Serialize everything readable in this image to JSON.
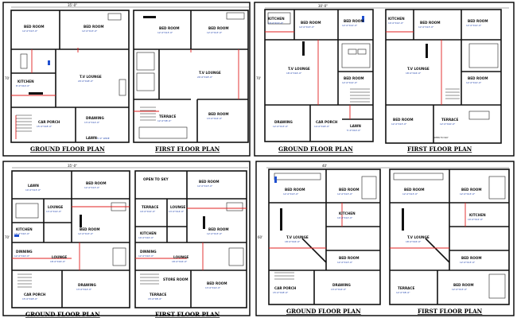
{
  "panels": [
    {
      "id": "p1",
      "top_dim": "35'-0\"",
      "side_dim": "70'",
      "ground_title": "GROUND FLOOR PLAN",
      "first_title": "FIRST FLOOR PLAN",
      "ground_caption": "",
      "ground_rooms": [
        {
          "name": "BED ROOM",
          "size": "12'-0\"X13'-0\""
        },
        {
          "name": "BED ROOM",
          "size": "12'-0\"X13'-0\""
        },
        {
          "name": "T.V LOUNGE",
          "size": "20'-0\"X18'-0\""
        },
        {
          "name": "KITCHEN",
          "size": "8'-0\"X10'-0\""
        },
        {
          "name": "CAR PORCH",
          "size": "15'-0\"X18'-0\""
        },
        {
          "name": "DRAWING",
          "size": "13'-0\"X14'-0\""
        },
        {
          "name": "LAWN",
          "size": "5'-0\" WIDE"
        }
      ],
      "first_rooms": [
        {
          "name": "BED ROOM",
          "size": "12'-0\"X13'-0\""
        },
        {
          "name": "BED ROOM",
          "size": "12'-0\"X13'-0\""
        },
        {
          "name": "T.V LOUNGE",
          "size": "20'-0\"X18'-0\""
        },
        {
          "name": "BED ROOM",
          "size": "13'-0\"X14'-0\""
        },
        {
          "name": "TERRACE",
          "size": "12'-0\"X8'-0\""
        }
      ]
    },
    {
      "id": "p2",
      "top_dim": "30'-0\"",
      "side_dim": "70'",
      "ground_title": "GROUND FLOOR PLAN",
      "first_title": "FIRST FLOOR PLAN",
      "ground_caption": "",
      "ground_rooms": [
        {
          "name": "KITCHEN",
          "size": "10'-0\"X12'-0\""
        },
        {
          "name": "BED ROOM",
          "size": "12'-0\"X13'-0\""
        },
        {
          "name": "BED ROOM",
          "size": "12'-0\"X12'-0\""
        },
        {
          "name": "BED ROOM",
          "size": "12'-0\"X12'-0\""
        },
        {
          "name": "T.V LOUNGE",
          "size": "18'-0\"X16'-0\""
        },
        {
          "name": "DRAWING",
          "size": "12'-0\"X13'-0\""
        },
        {
          "name": "CAR PORCH",
          "size": "14'-0\"X18'-0\""
        },
        {
          "name": "LAWN",
          "size": "5'-0\"X10'-0\""
        }
      ],
      "first_rooms": [
        {
          "name": "KITCHEN",
          "size": "10'-0\"X12'-0\""
        },
        {
          "name": "BED ROOM",
          "size": "12'-0\"X13'-0\""
        },
        {
          "name": "BED ROOM",
          "size": "12'-0\"X12'-0\""
        },
        {
          "name": "T.V LOUNGE",
          "size": "18'-0\"X16'-0\""
        },
        {
          "name": "BED ROOM",
          "size": "12'-0\"X12'-0\""
        },
        {
          "name": "BED ROOM",
          "size": "12'-0\"X13'-0\""
        },
        {
          "name": "TERRACE",
          "size": "12'-0\"X10'-0\""
        },
        {
          "name": "OPEN TO SKY",
          "size": ""
        }
      ]
    },
    {
      "id": "p3",
      "top_dim": "35'-0\"",
      "side_dim": "70'",
      "ground_title": "GROUND FLOOR PLAN",
      "first_title": "FIRST FLOOR PLAN",
      "ground_caption": "",
      "ground_rooms": [
        {
          "name": "LAWN",
          "size": "10'-0\"X13'-0\""
        },
        {
          "name": "BED ROOM",
          "size": "12'-0\"X13'-0\""
        },
        {
          "name": "LOUNGE",
          "size": "13'-0\"X14'-0\""
        },
        {
          "name": "KITCHEN",
          "size": "10'-0\"X10'-0\""
        },
        {
          "name": "BED ROOM",
          "size": "12'-0\"X13'-0\""
        },
        {
          "name": "DINNING",
          "size": "12'-0\"X10'-0\""
        },
        {
          "name": "LOUNGE",
          "size": "18'-0\"X16'-0\""
        },
        {
          "name": "CAR PORCH",
          "size": "15'-0\"X18'-0\""
        },
        {
          "name": "DRAWING",
          "size": "13'-0\"X14'-0\""
        }
      ],
      "first_rooms": [
        {
          "name": "OPEN TO SKY",
          "size": ""
        },
        {
          "name": "BED ROOM",
          "size": "12'-0\"X13'-0\""
        },
        {
          "name": "TERRACE",
          "size": "10'-0\"X12'-0\""
        },
        {
          "name": "KITCHEN",
          "size": "10'-0\"X10'-0\""
        },
        {
          "name": "LOUNGE",
          "size": "13'-0\"X14'-0\""
        },
        {
          "name": "BED ROOM",
          "size": "12'-0\"X13'-0\""
        },
        {
          "name": "DINNING",
          "size": "12'-0\"X10'-0\""
        },
        {
          "name": "LOUNGE",
          "size": "18'-0\"X16'-0\""
        },
        {
          "name": "STORE ROOM",
          "size": ""
        },
        {
          "name": "BED ROOM",
          "size": "13'-0\"X14'-0\""
        },
        {
          "name": "TERRACE",
          "size": "15'-0\"X8'-0\""
        }
      ]
    },
    {
      "id": "p4",
      "top_dim": "40'",
      "side_dim": "60'",
      "ground_title": "GROUND FLOOR PLAN",
      "first_title": "FIRST FLOOR PLAN",
      "ground_caption": "",
      "ground_rooms": [
        {
          "name": "BED ROOM",
          "size": "12'-0\"X13'-0\""
        },
        {
          "name": "BED ROOM",
          "size": "12'-0\"X13'-0\""
        },
        {
          "name": "KITCHEN",
          "size": "10'-0\"X12'-0\""
        },
        {
          "name": "T.V LOUNGE",
          "size": "18'-0\"X16'-0\""
        },
        {
          "name": "BED ROOM",
          "size": "12'-0\"X13'-0\""
        },
        {
          "name": "CAR PORCH",
          "size": "15'-0\"X18'-0\""
        },
        {
          "name": "DRAWING",
          "size": "13'-0\"X14'-0\""
        }
      ],
      "first_rooms": [
        {
          "name": "BED ROOM",
          "size": "12'-0\"X13'-0\""
        },
        {
          "name": "BED ROOM",
          "size": "12'-0\"X13'-0\""
        },
        {
          "name": "KITCHEN",
          "size": "10'-0\"X12'-0\""
        },
        {
          "name": "T.V LOUNGE",
          "size": "18'-0\"X16'-0\""
        },
        {
          "name": "BED ROOM",
          "size": "12'-0\"X13'-0\""
        },
        {
          "name": "TERRACE",
          "size": "12'-0\"X8'-0\""
        },
        {
          "name": "BED ROOM",
          "size": "12'-0\"X13'-0\""
        }
      ]
    }
  ]
}
